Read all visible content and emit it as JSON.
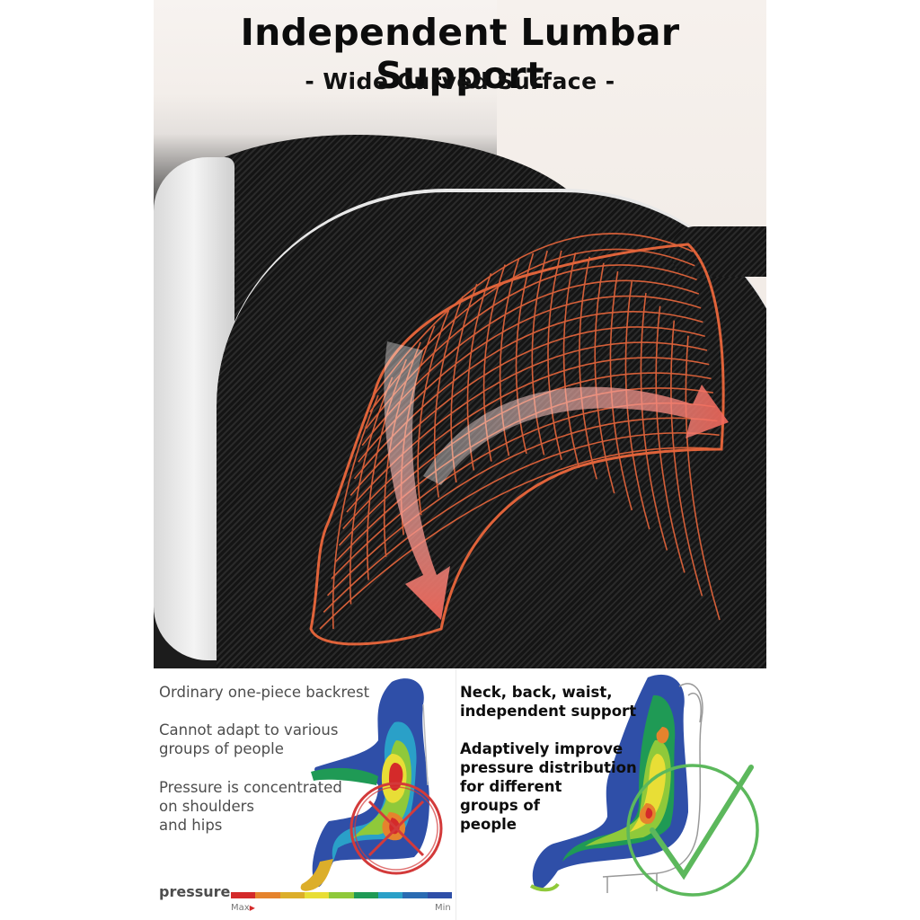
{
  "header": {
    "title": "Independent Lumbar Support",
    "subtitle": "- Wide Curved Surface -"
  },
  "hero": {
    "accent_color": "#e0633a",
    "arrow_color": "#f2675a"
  },
  "comparison": {
    "left": {
      "heading": "Ordinary one-piece backrest",
      "point_1": "Cannot adapt to various groups of people",
      "point_1_lines": [
        "Cannot adapt to various",
        "groups of people"
      ],
      "point_2_lines": [
        "Pressure is concentrated",
        "on shoulders",
        "and hips"
      ],
      "verdict_icon": "cross-circle-icon",
      "verdict_color": "#d33a3a"
    },
    "right": {
      "heading_lines": [
        "Neck, back, waist,",
        "independent support"
      ],
      "point_lines": [
        "Adaptively improve",
        "pressure distribution",
        "for different",
        "groups of",
        "people"
      ],
      "verdict_icon": "check-circle-icon",
      "verdict_color": "#5cb85c"
    }
  },
  "legend": {
    "label": "pressure",
    "max_label": "Max",
    "min_label": "Min",
    "scale_colors": [
      "#d42a2a",
      "#e5832d",
      "#dcae2a",
      "#e8de36",
      "#8fc93a",
      "#1f9a55",
      "#2aa0c8",
      "#2a6bb2",
      "#2f4fa8"
    ]
  }
}
